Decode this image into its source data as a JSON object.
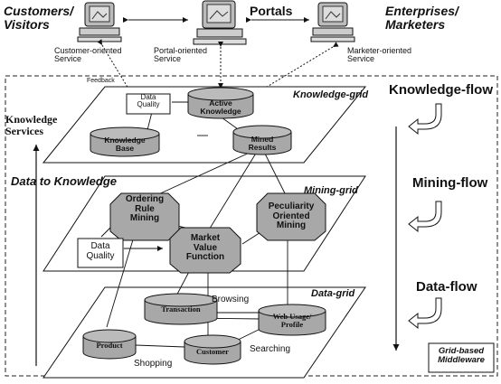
{
  "actors": {
    "customers": "Customers/\nVisitors",
    "portals": "Portals",
    "enterprises": "Enterprises/\nMarketers"
  },
  "services": {
    "customer": "Customer-oriented\nService",
    "portal": "Portal-oriented\nService",
    "marketer": "Marketer-oriented\nService"
  },
  "feedback": "Feedback",
  "knowledge_services": "Knowledge\nServices",
  "data_to_knowledge": "Data to Knowledge",
  "grids": {
    "knowledge": {
      "title": "Knowledge-grid",
      "data_quality": "Data\nQuality",
      "active_knowledge": "Active\nKnowledge",
      "knowledge_base": "Knowledge\nBase",
      "mined_results": "Mined\nResults"
    },
    "mining": {
      "title": "Mining-grid",
      "ordering": "Ordering\nRule\nMining",
      "peculiarity": "Peculiarity\nOriented\nMining",
      "market_value": "Market\nValue\nFunction",
      "data_quality": "Data\nQuality"
    },
    "data": {
      "title": "Data-grid",
      "transaction": "Transaction",
      "web_usage": "Web Usage/\nProfile",
      "product": "Product",
      "customer": "Customer",
      "browsing": "Browsing",
      "searching": "Searching",
      "shopping": "Shopping"
    }
  },
  "flows": {
    "knowledge": "Knowledge-flow",
    "mining": "Mining-flow",
    "data": "Data-flow"
  },
  "middleware": "Grid-based\nMiddleware",
  "colors": {
    "node_fill": "#a8a8a8",
    "plane_fill": "#ffffff",
    "line": "#111111"
  },
  "icons": [
    "computer-icon",
    "curved-arrow-icon"
  ]
}
